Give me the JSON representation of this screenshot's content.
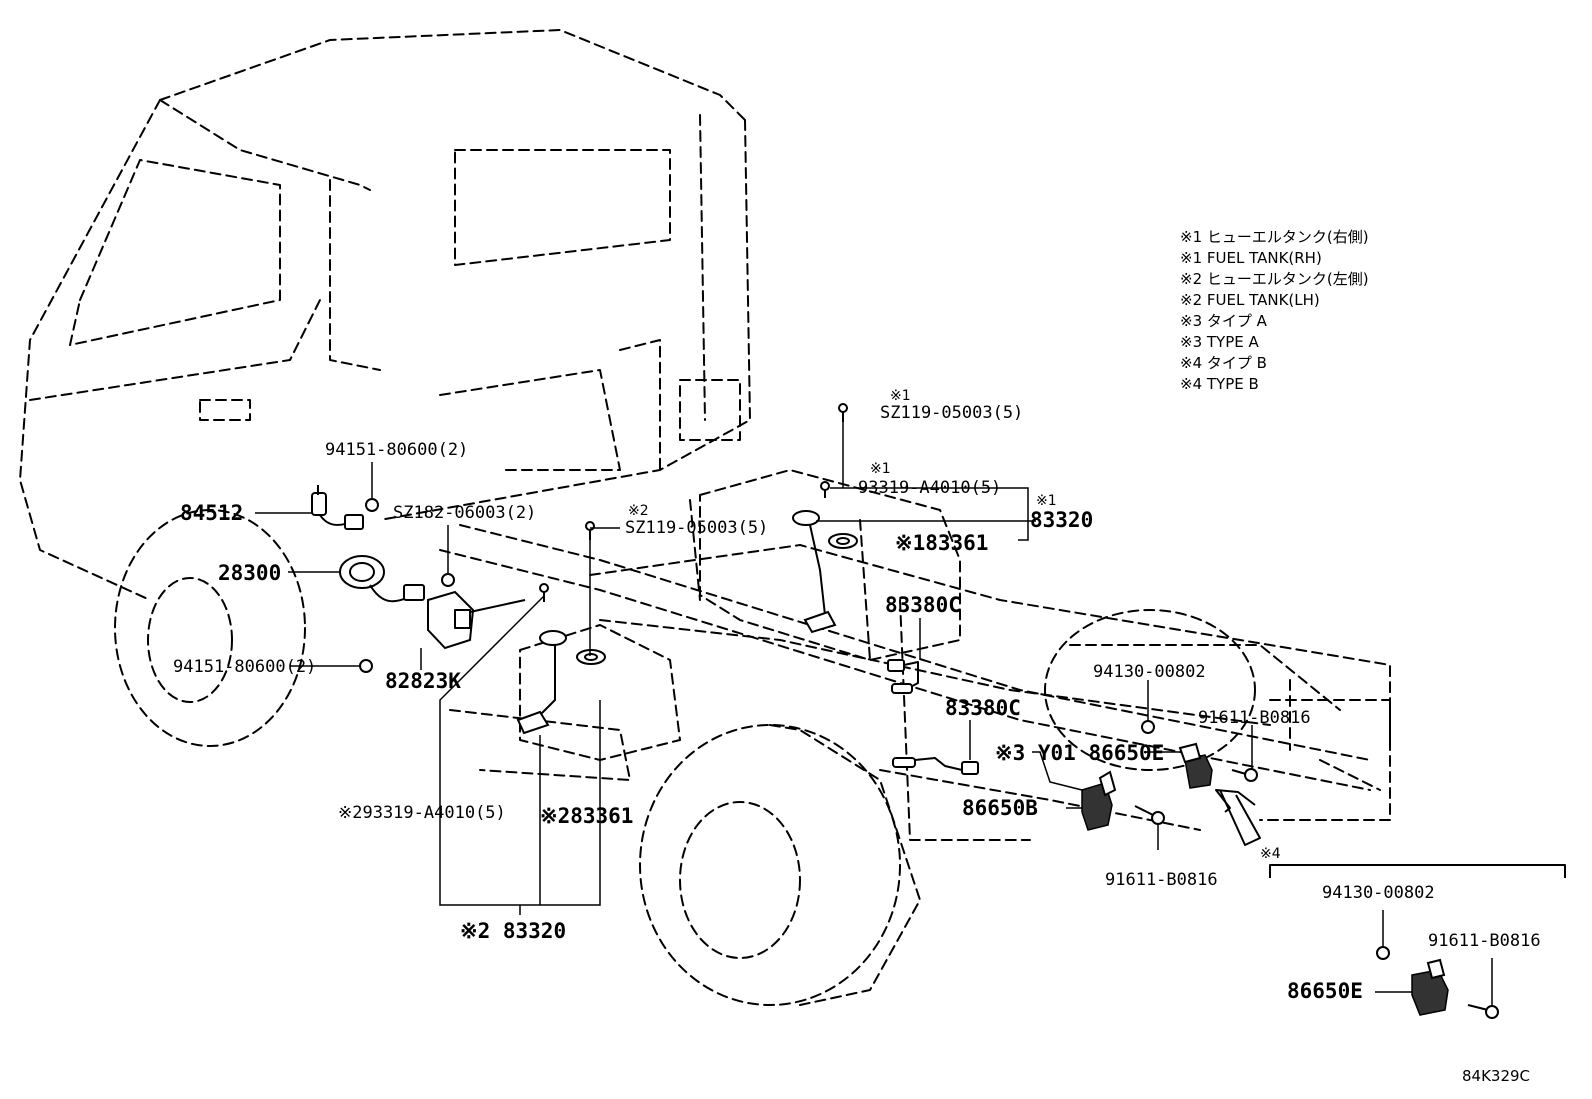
{
  "legend": [
    "※1 ヒューエルタンク(右側)",
    "※1 FUEL TANK(RH)",
    "※2 ヒューエルタンク(左側)",
    "※2 FUEL TANK(LH)",
    "※3 タイプ A",
    "※3 TYPE A",
    "※4 タイプ B",
    "※4 TYPE B"
  ],
  "labels": {
    "p84512": "84512",
    "p28300": "28300",
    "p94151_top": "94151-80600(2)",
    "p94151_bottom": "94151-80600(2)",
    "pSZ182": "SZ182-06003(2)",
    "p82823K": "82823K",
    "note1_sz119": "※1",
    "pSZ119_1": "SZ119-05003(5)",
    "note1_93319": "※1",
    "p93319_1": "93319-A4010(5)",
    "note1_83320": "※1",
    "p83320_1": "83320",
    "p83361_1": "※183361",
    "note2_sz119": "※2",
    "pSZ119_2": "SZ119-05003(5)",
    "p83380C_a": "83380C",
    "p83380C_b": "83380C",
    "p94130_main": "94130-00802",
    "p91611_right": "91611-B0816",
    "p86650E_main": "※3 Y01 86650E",
    "p86650B": "86650B",
    "p91611_lower": "91611-B0816",
    "p93319_2": "※293319-A4010(5)",
    "p83361_2": "※283361",
    "p83320_2": "※2 83320",
    "note4": "※4",
    "p94130_inset": "94130-00802",
    "p91611_inset": "91611-B0816",
    "p86650E_inset": "86650E"
  },
  "diagram_code": "84K329C"
}
